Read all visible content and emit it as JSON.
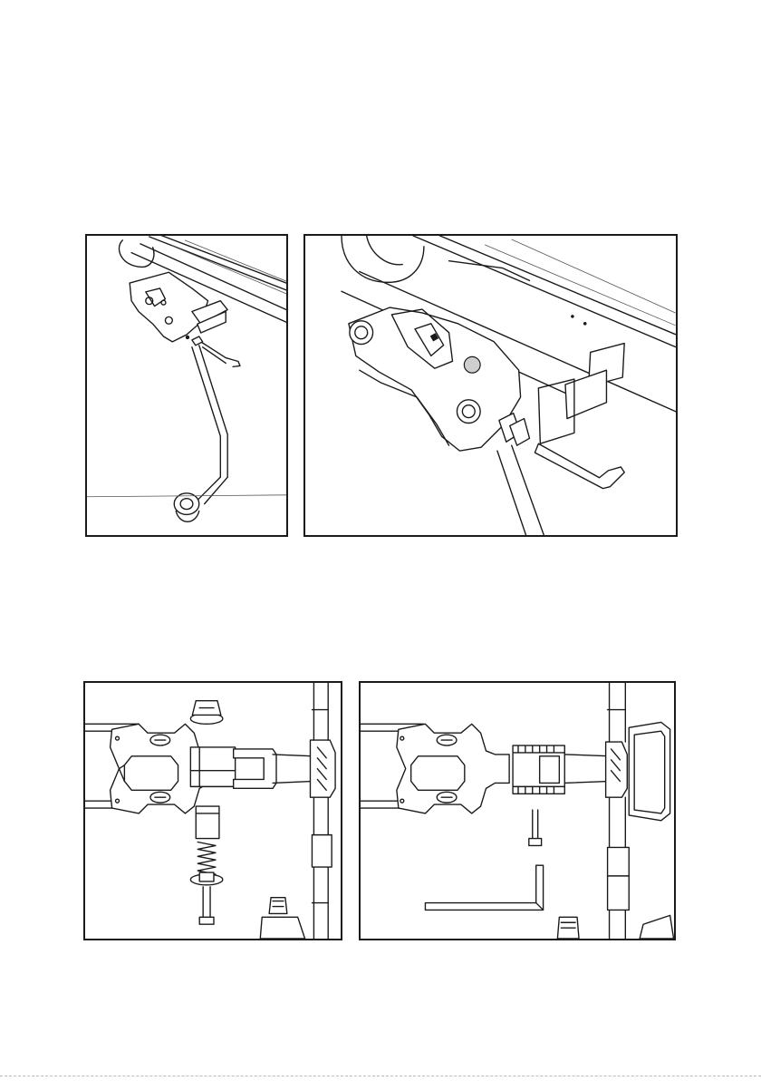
{
  "document": {
    "figures": [
      {
        "id": "fig-1",
        "icons": [
          "pedal-arm",
          "hex-key",
          "crank-bracket"
        ]
      },
      {
        "id": "fig-2",
        "icons": [
          "crank-bracket-closeup",
          "hex-key",
          "bolt"
        ]
      },
      {
        "id": "fig-3",
        "icons": [
          "hinge-latch",
          "bolt",
          "spring",
          "washer",
          "clevis"
        ]
      },
      {
        "id": "fig-4",
        "icons": [
          "hinge-latch-assembled",
          "hex-key",
          "bolt"
        ]
      }
    ]
  }
}
